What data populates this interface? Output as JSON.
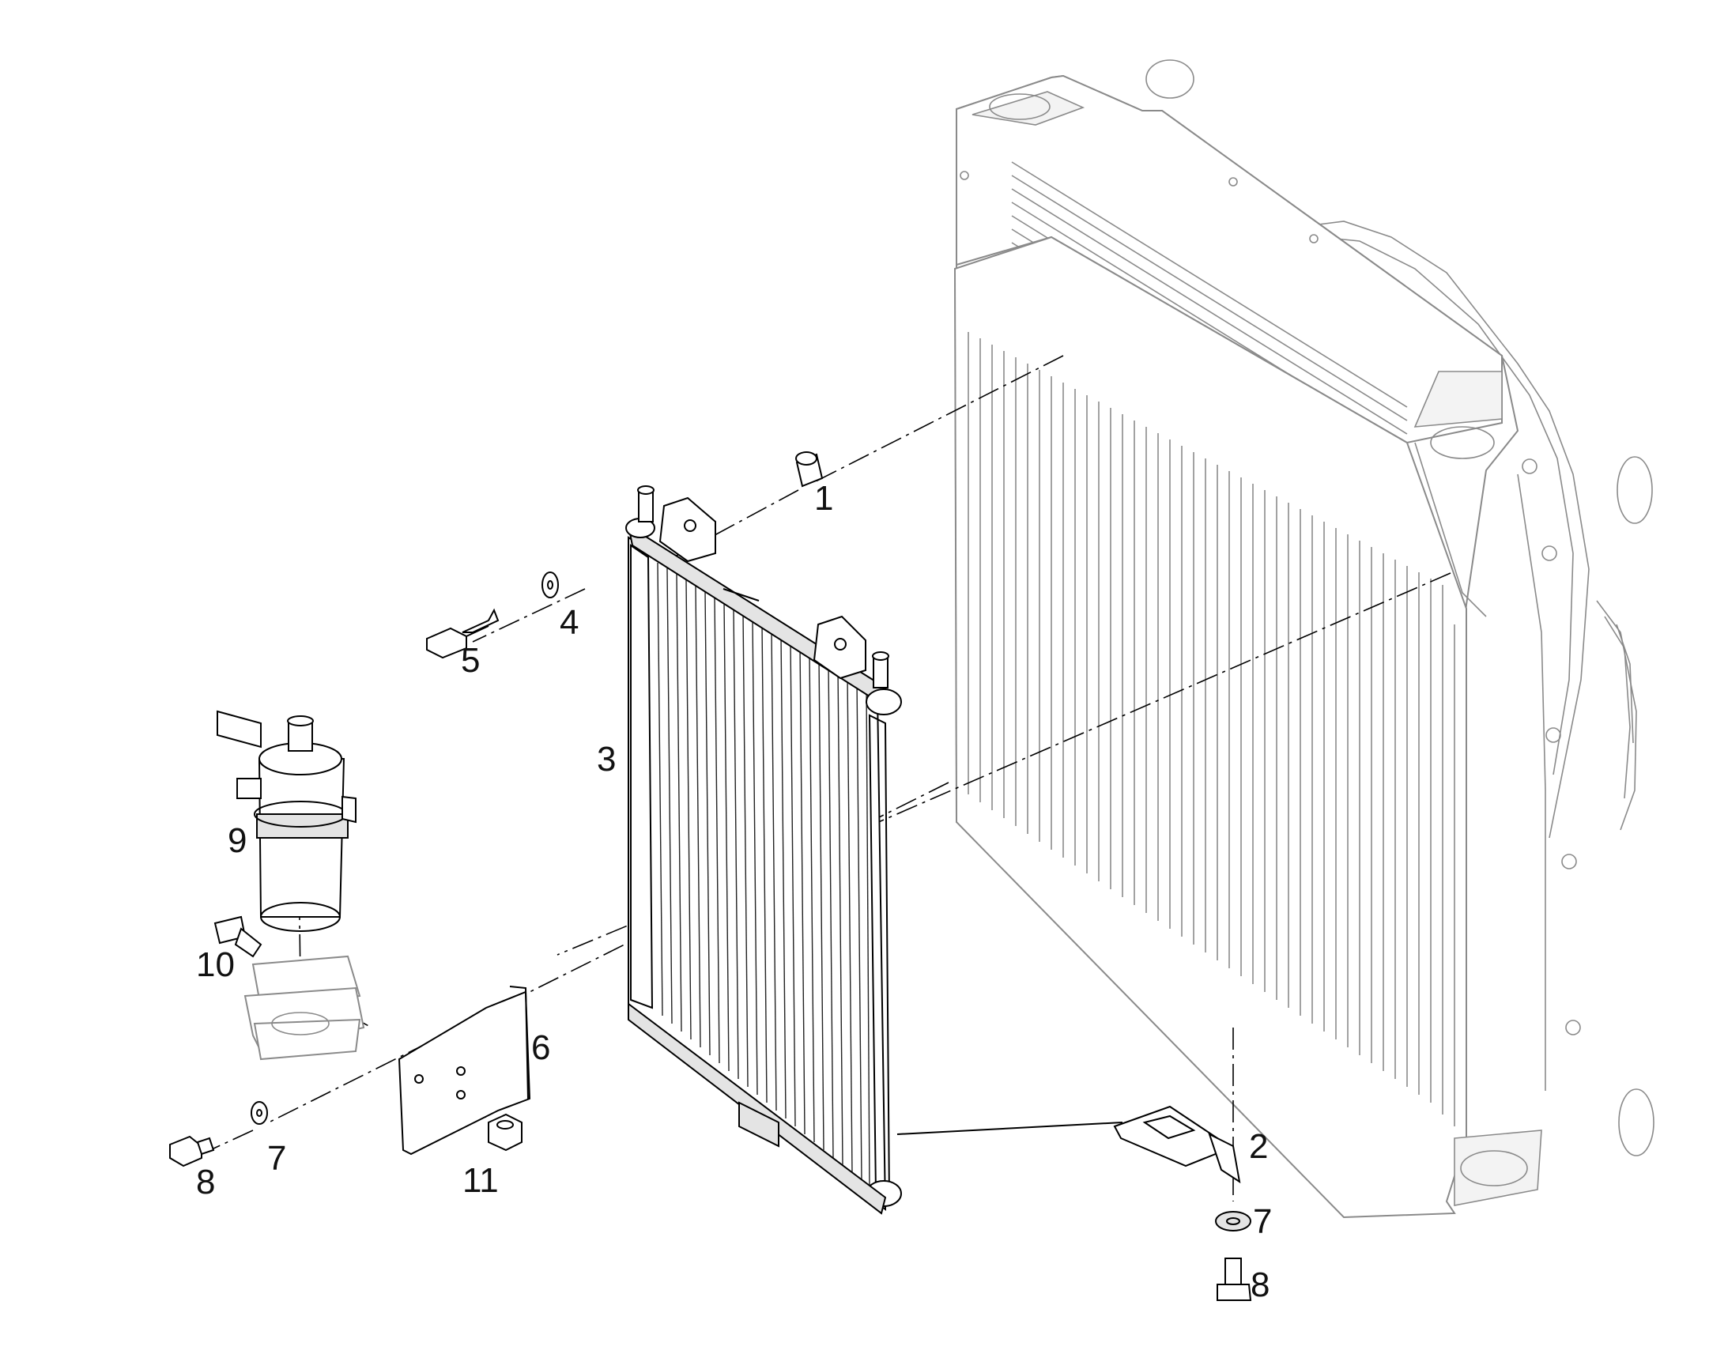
{
  "diagram": {
    "callouts": [
      {
        "id": "1",
        "label": "1"
      },
      {
        "id": "2",
        "label": "2"
      },
      {
        "id": "3",
        "label": "3"
      },
      {
        "id": "4",
        "label": "4"
      },
      {
        "id": "5",
        "label": "5"
      },
      {
        "id": "6",
        "label": "6"
      },
      {
        "id": "7a",
        "label": "7"
      },
      {
        "id": "7b",
        "label": "7"
      },
      {
        "id": "8a",
        "label": "8"
      },
      {
        "id": "8b",
        "label": "8"
      },
      {
        "id": "9",
        "label": "9"
      },
      {
        "id": "10",
        "label": "10"
      },
      {
        "id": "11",
        "label": "11"
      }
    ]
  }
}
